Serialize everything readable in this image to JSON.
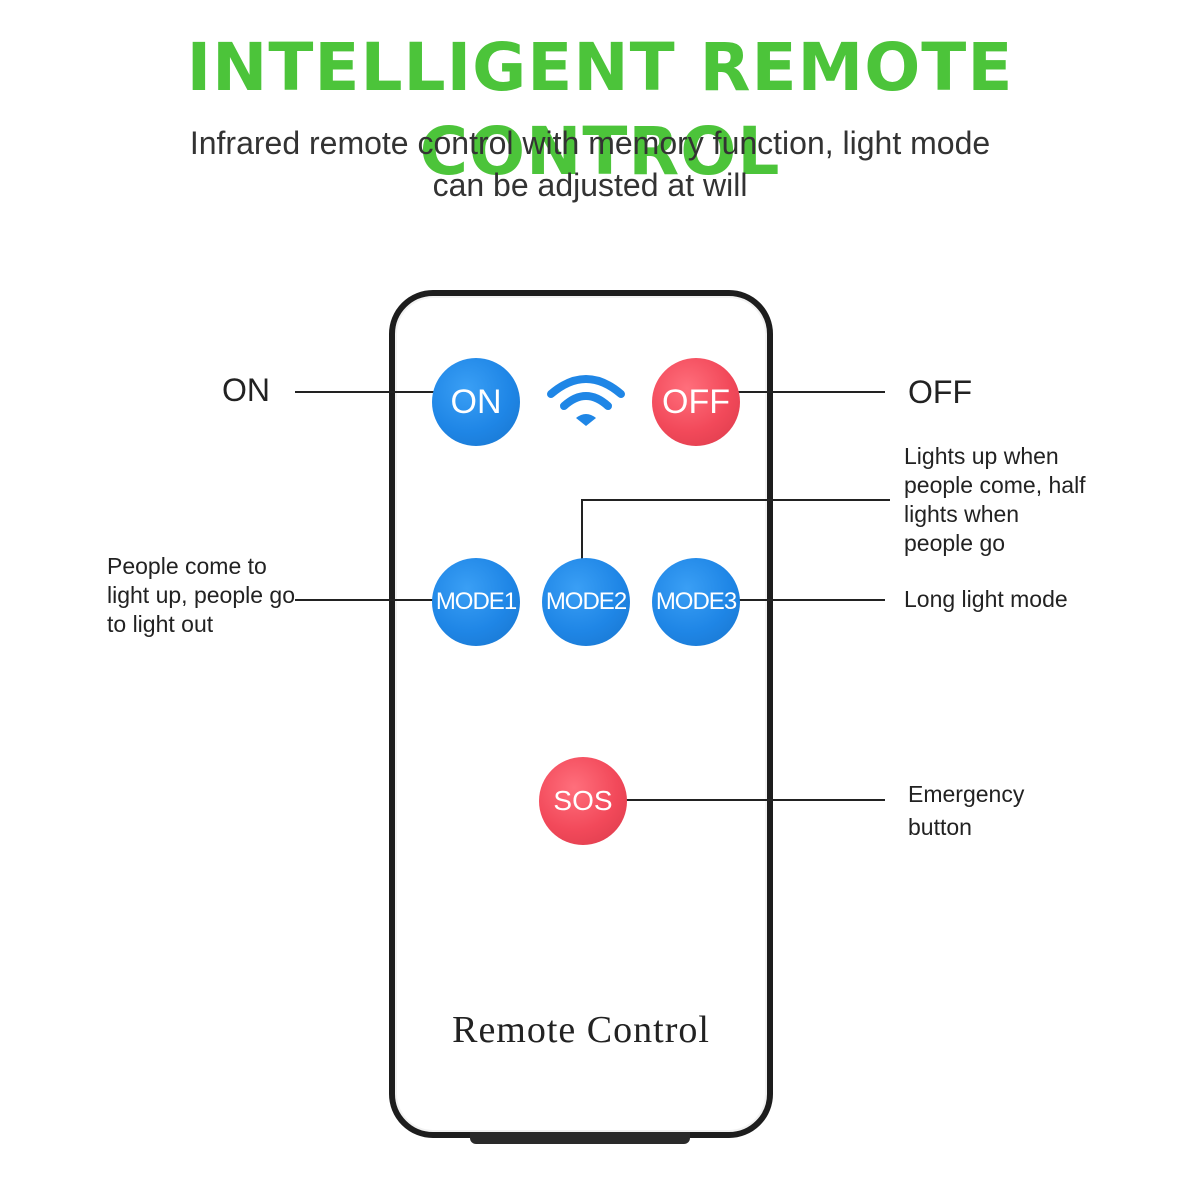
{
  "title": "INTELLIGENT REMOTE CONTROL",
  "subtitle": "Infrared remote control with memory function, light mode can be adjusted at will",
  "colors": {
    "title_green": "#4cc43a",
    "button_blue": "#1f86e6",
    "button_red": "#f2495a",
    "wifi_blue": "#1f86e6"
  },
  "remote": {
    "buttons": {
      "on": "ON",
      "off": "OFF",
      "mode1": "MODE1",
      "mode2": "MODE2",
      "mode3": "MODE3",
      "sos": "SOS"
    },
    "signal_icon": "wifi-icon",
    "label": "Remote Control"
  },
  "callouts": {
    "on": "ON",
    "off": "OFF",
    "mode1": "People come to light up, people go to light out",
    "mode2": "Lights up when people come, half lights when people go",
    "mode3": "Long light mode",
    "sos": "Emergency button"
  }
}
